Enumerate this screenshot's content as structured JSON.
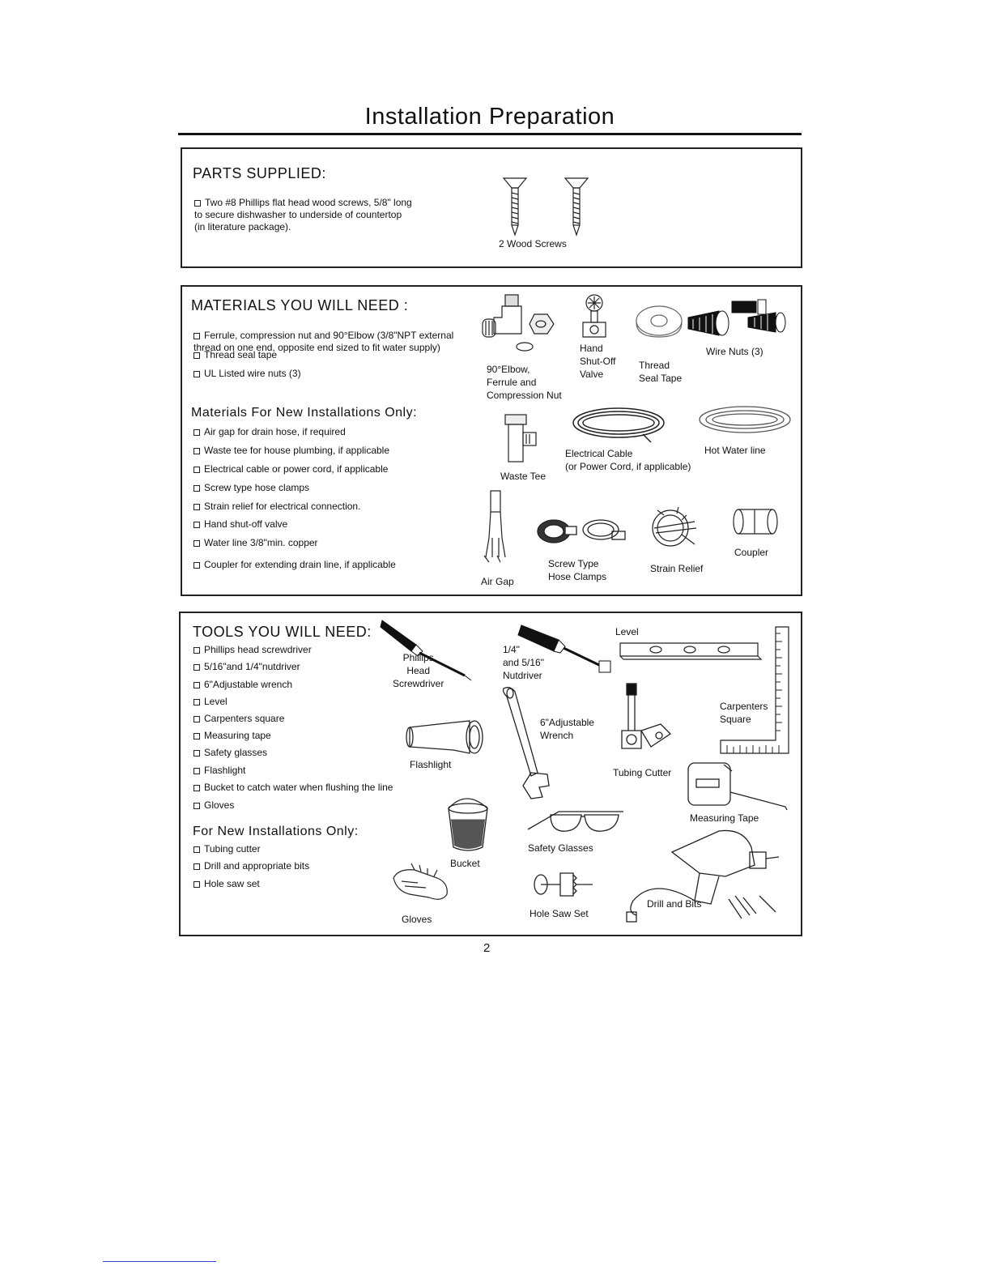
{
  "title": "Installation Preparation",
  "parts": {
    "heading": "PARTS SUPPLIED:",
    "items": [
      "Two #8 Phillips flat head wood screws, 5/8\" long\nto secure dishwasher to underside of countertop\n(in literature package)."
    ],
    "screws_label": "2 Wood Screws"
  },
  "materials": {
    "heading": "MATERIALS YOU WILL NEED :",
    "items": [
      "Ferrule, compression nut and 90°Elbow (3/8\"NPT external\nthread on one end, opposite end sized to fit water supply)",
      "Thread seal tape",
      "UL Listed wire nuts (3)"
    ],
    "new_heading": "Materials For New Installations Only:",
    "new_items": [
      "Air gap for drain hose, if required",
      "Waste tee for house plumbing, if applicable",
      "Electrical cable or power cord, if applicable",
      "Screw type hose clamps",
      "Strain relief for electrical connection.",
      "Hand shut-off valve",
      "Water line 3/8\"min. copper",
      "Coupler for extending drain line, if applicable"
    ],
    "labels": {
      "elbow": "90°Elbow,\nFerrule and\nCompression Nut",
      "valve": "Hand\nShut-Off\nValve",
      "tape": "Thread\nSeal Tape",
      "wirenuts": "Wire Nuts (3)",
      "wastetee": "Waste Tee",
      "cable": "Electrical Cable\n(or Power Cord, if applicable)",
      "hotwater": "Hot Water line",
      "airgap": "Air Gap",
      "clamps": "Screw Type\nHose Clamps",
      "strain": "Strain Relief",
      "coupler": "Coupler"
    }
  },
  "tools": {
    "heading": "TOOLS YOU WILL NEED:",
    "items": [
      "Phillips head screwdriver",
      "5/16\"and 1/4\"nutdriver",
      "6\"Adjustable wrench",
      "Level",
      "Carpenters square",
      "Measuring tape",
      "Safety glasses",
      "Flashlight",
      "Bucket to catch water when flushing the line",
      "Gloves"
    ],
    "new_heading": "For New Installations Only:",
    "new_items": [
      "Tubing cutter",
      "Drill and appropriate bits",
      "Hole saw set"
    ],
    "labels": {
      "screwdriver": "Phillips\nHead\nScrewdriver",
      "nutdriver": "1/4\"\nand 5/16\"\nNutdriver",
      "level": "Level",
      "square": "Carpenters\nSquare",
      "flashlight": "Flashlight",
      "wrench": "6\"Adjustable\nWrench",
      "cutter": "Tubing Cutter",
      "tape": "Measuring Tape",
      "bucket": "Bucket",
      "glasses": "Safety Glasses",
      "gloves": "Gloves",
      "holesaw": "Hole Saw Set",
      "drill": "Drill and Bits"
    }
  },
  "page_number": "2"
}
